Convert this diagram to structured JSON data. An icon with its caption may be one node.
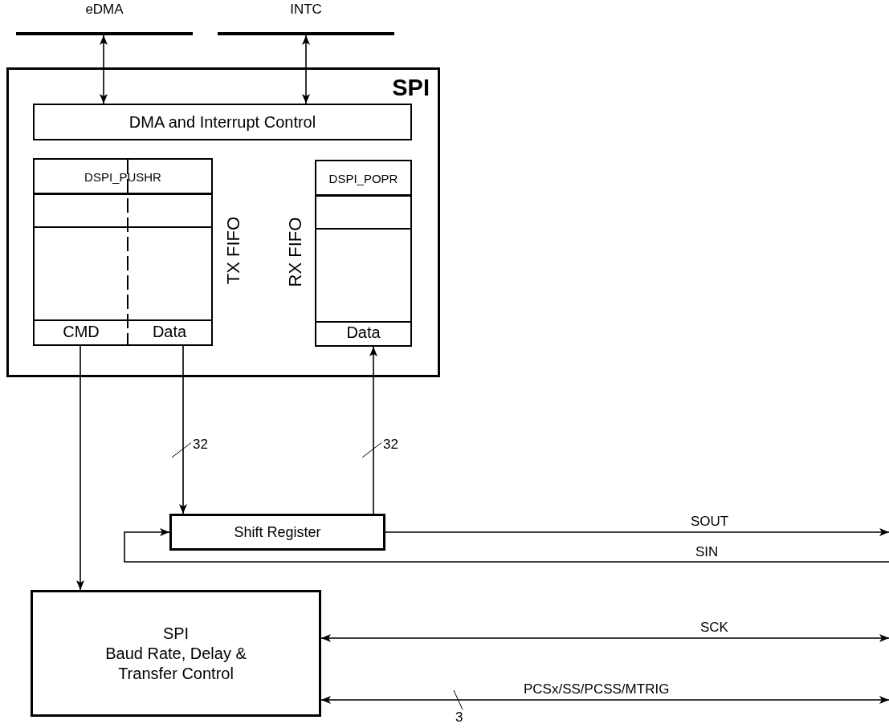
{
  "diagram": {
    "nodes": [
      {
        "text": [
          "SPI"
        ]
      },
      {
        "text": [
          "eDMA"
        ]
      },
      {
        "text": [
          "INTC"
        ]
      },
      {
        "text": [
          "DMA and Interrupt Control"
        ],
        "in": 0
      },
      {
        "text": [
          "DSPI_PUSHR",
          "CMD",
          "Data",
          "TX FIFO"
        ],
        "in": 0
      },
      {
        "text": [
          "DSPI_POPR",
          "Data",
          "RX FIFO"
        ],
        "in": 0
      },
      {
        "text": [
          "Shift Register"
        ]
      },
      {
        "text": [
          "SPI",
          "Baud Rate, Delay & Transfer Control"
        ]
      }
    ],
    "edges": [
      {
        "from": 1,
        "to": 3,
        "arrow": "both"
      },
      {
        "from": 2,
        "to": 3,
        "arrow": "both"
      },
      {
        "from": 4,
        "to": 7,
        "arrow": "to"
      },
      {
        "from": 4,
        "to": 6,
        "arrow": "to",
        "label": "32"
      },
      {
        "from": 6,
        "to": 5,
        "arrow": "to",
        "label": "32"
      },
      {
        "from": 6,
        "to": null,
        "arrow": "to",
        "label": "SOUT"
      },
      {
        "from": null,
        "to": 6,
        "arrow": "to",
        "label": "SIN"
      },
      {
        "from": 7,
        "to": null,
        "arrow": "both",
        "label": "SCK"
      },
      {
        "from": 7,
        "to": null,
        "arrow": "both",
        "label": "PCSx/SS/PCSS/MTRIG"
      }
    ],
    "labels": [
      "3"
    ]
  }
}
